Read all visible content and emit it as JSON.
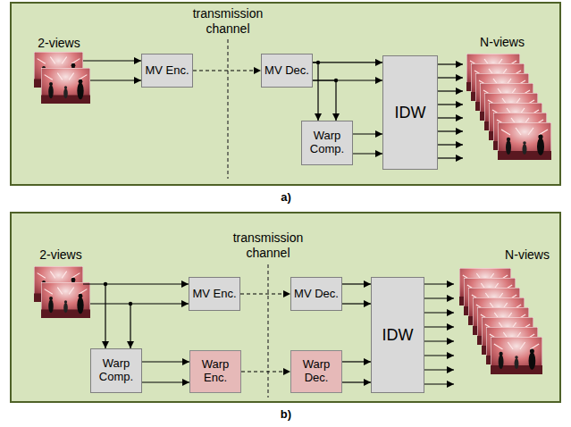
{
  "diagram": {
    "nodes": [
      {
        "text": [
          "MV Enc."
        ]
      },
      {
        "text": [
          "MV Dec."
        ]
      },
      {
        "text": [
          "Warp Comp."
        ]
      },
      {
        "text": [
          "IDW"
        ]
      },
      {
        "text": [
          "MV Enc."
        ]
      },
      {
        "text": [
          "MV Dec."
        ]
      },
      {
        "text": [
          "Warp Comp."
        ]
      },
      {
        "text": [
          "Warp Enc."
        ]
      },
      {
        "text": [
          "Warp Dec."
        ]
      },
      {
        "text": [
          "IDW"
        ]
      }
    ],
    "edges": [
      {
        "from": 0,
        "to": 1,
        "arrow": "to"
      },
      {
        "from": 1,
        "to": 3,
        "arrow": "to"
      },
      {
        "from": 1,
        "to": 3,
        "arrow": "to"
      },
      {
        "from": 1,
        "to": 2,
        "arrow": "to"
      },
      {
        "from": 1,
        "to": 2,
        "arrow": "to"
      },
      {
        "from": 2,
        "to": 3,
        "arrow": "to"
      },
      {
        "from": 2,
        "to": 3,
        "arrow": "to"
      },
      {
        "from": 4,
        "to": 5,
        "arrow": "to"
      },
      {
        "from": 6,
        "to": 7,
        "arrow": "to"
      },
      {
        "from": 6,
        "to": 7,
        "arrow": "to"
      },
      {
        "from": 7,
        "to": 8,
        "arrow": "to"
      },
      {
        "from": 5,
        "to": 9,
        "arrow": "to"
      },
      {
        "from": 5,
        "to": 9,
        "arrow": "to"
      },
      {
        "from": 8,
        "to": 9,
        "arrow": "to"
      },
      {
        "from": 8,
        "to": 9,
        "arrow": "to"
      }
    ],
    "labels": [
      "2-views",
      "transmission channel",
      "N-views",
      "a)",
      "2-views",
      "transmission channel",
      "N-views",
      "b)"
    ]
  }
}
